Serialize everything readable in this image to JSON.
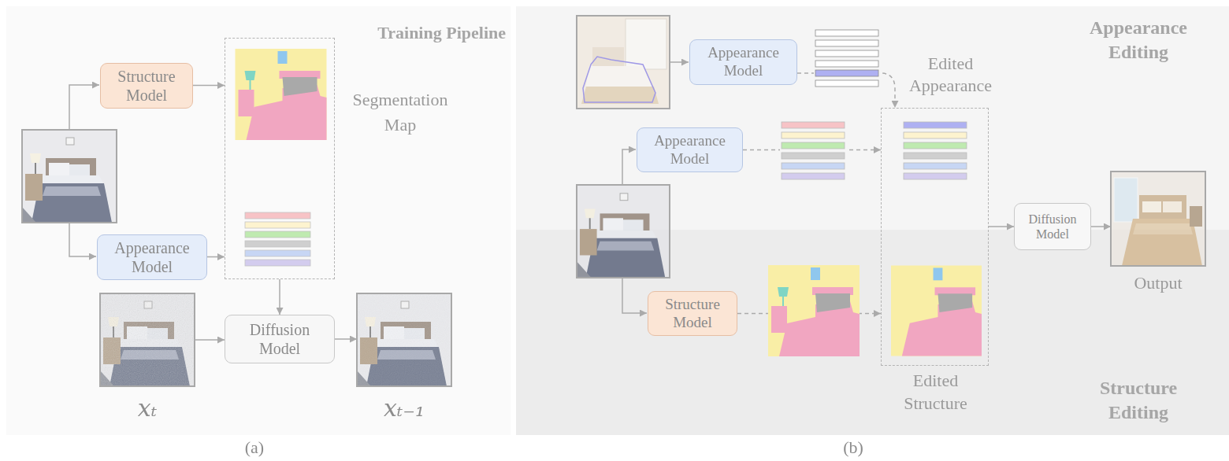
{
  "diagram": {
    "nodes": [
      {
        "text": [
          "Structure Model"
        ]
      },
      {
        "text": [
          "Segmentation Map"
        ]
      },
      {
        "text": [
          "Appearance Model"
        ]
      },
      {
        "text": [
          "xₜ"
        ]
      },
      {
        "text": [
          "Diffusion Model"
        ]
      },
      {
        "text": [
          "xₜ₋₁"
        ]
      },
      {
        "text": [
          "Appearance Model"
        ]
      },
      {
        "text": [
          "Appearance Model"
        ]
      },
      {
        "text": [
          "Edited Appearance",
          "Edited Structure"
        ]
      },
      {
        "text": [
          "Diffusion Model"
        ]
      },
      {
        "text": [
          "Output"
        ]
      },
      {
        "text": [
          "Structure Model"
        ]
      }
    ],
    "edges": [
      {
        "from": 0,
        "to": 1,
        "arrow": "to"
      },
      {
        "from": 2,
        "to": 1,
        "arrow": "to"
      },
      {
        "from": 3,
        "to": 4,
        "arrow": "to"
      },
      {
        "from": 1,
        "to": 4,
        "arrow": "to"
      },
      {
        "from": 4,
        "to": 5,
        "arrow": "to"
      },
      {
        "from": 6,
        "to": 8,
        "arrow": "to"
      },
      {
        "from": 7,
        "to": 8,
        "arrow": "to"
      },
      {
        "from": 11,
        "to": 8,
        "arrow": "to"
      },
      {
        "from": 8,
        "to": 9,
        "arrow": "to"
      },
      {
        "from": 9,
        "to": 10,
        "arrow": "to"
      }
    ],
    "labels": [
      "Training Pipeline",
      "(a)",
      "Appearance Editing",
      "Structure Editing",
      "(b)"
    ]
  }
}
